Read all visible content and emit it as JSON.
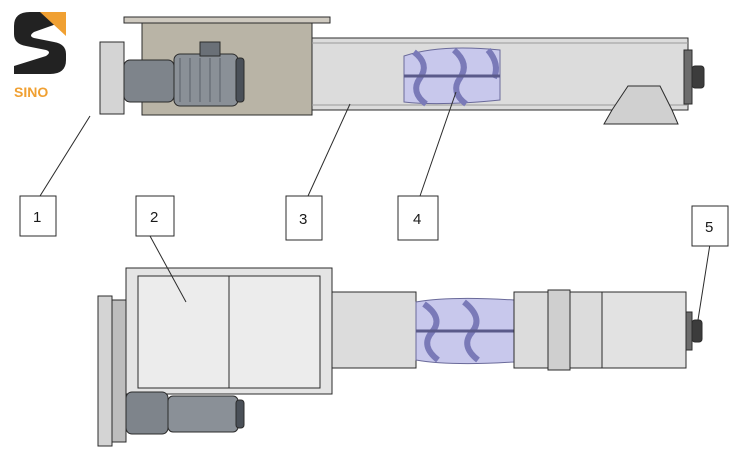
{
  "logo": {
    "text": "SINO",
    "color": "#f0a032",
    "dark": "#222222"
  },
  "callouts": [
    {
      "id": "1",
      "text": "1"
    },
    {
      "id": "2",
      "text": "2"
    },
    {
      "id": "3",
      "text": "3"
    },
    {
      "id": "4",
      "text": "4"
    },
    {
      "id": "5",
      "text": "5"
    }
  ],
  "colors": {
    "outline": "#2b2b2b",
    "tube": "#dcdcdc",
    "hopper": "#b9b4a6",
    "motor": "#8a9097",
    "motor_dark": "#4a5058",
    "flight": "#bcbce2",
    "flight_dark": "#8a8ac4"
  }
}
